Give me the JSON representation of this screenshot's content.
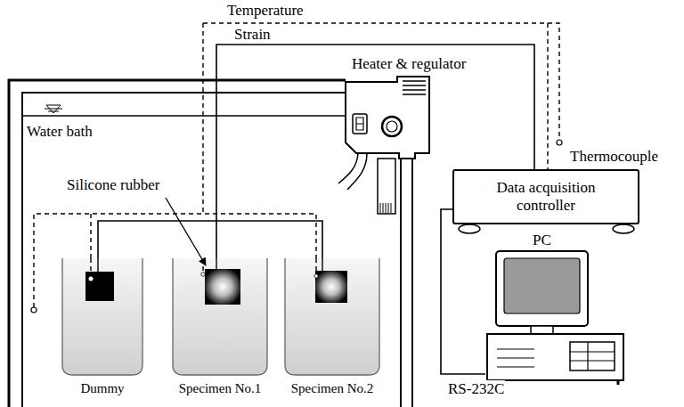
{
  "diagram": {
    "nodes": [
      {
        "text": [
          "Water bath"
        ]
      },
      {
        "text": [
          "Dummy"
        ],
        "in": 0
      },
      {
        "text": [
          "Specimen No.1"
        ],
        "in": 0
      },
      {
        "text": [
          "Specimen No.2"
        ],
        "in": 0
      },
      {
        "text": [
          "Heater & regulator"
        ]
      },
      {
        "text": [
          "Data acquisition controller"
        ]
      },
      {
        "text": [
          "PC"
        ]
      }
    ],
    "edges": [
      {
        "from": 2,
        "to": 5,
        "label": "Strain",
        "arrow": "none"
      },
      {
        "from": 1,
        "to": 3,
        "arrow": "none"
      },
      {
        "from": 5,
        "to": 6,
        "label": "RS-232C",
        "arrow": "none"
      }
    ],
    "labels": [
      "Temperature",
      "Thermocouple",
      "Silicone rubber"
    ]
  }
}
